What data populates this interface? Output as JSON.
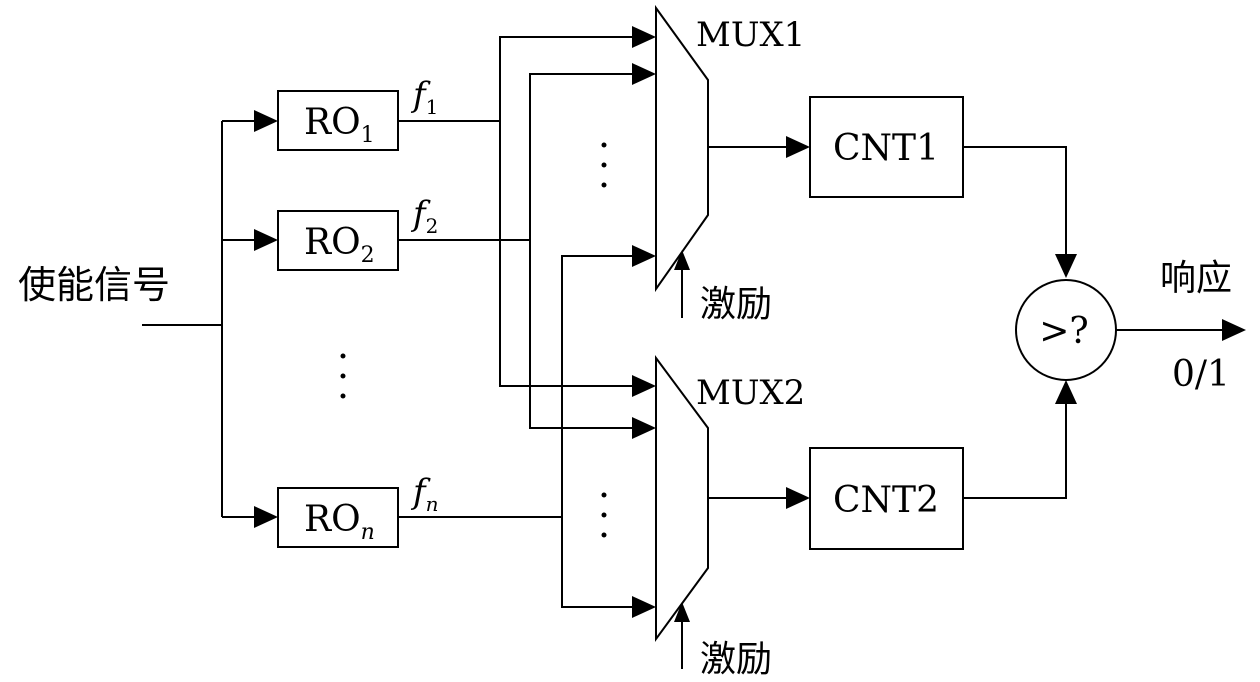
{
  "enable_label": "使能信号",
  "ro": [
    {
      "name": "RO",
      "sub": "1",
      "freq": "f",
      "freq_sub": "1"
    },
    {
      "name": "RO",
      "sub": "2",
      "freq": "f",
      "freq_sub": "2"
    },
    {
      "name": "RO",
      "sub": "n",
      "freq": "f",
      "freq_sub": "n"
    }
  ],
  "mux1_label": "MUX1",
  "mux2_label": "MUX2",
  "excite_label_1": "激励",
  "excite_label_2": "激励",
  "cnt1_label": "CNT1",
  "cnt2_label": "CNT2",
  "compare_label": ">?",
  "response_label": "响应",
  "output_label": "0/1"
}
